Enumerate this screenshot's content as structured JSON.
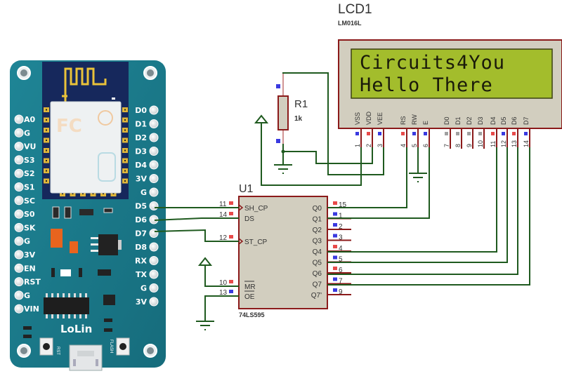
{
  "lcd": {
    "ref": "LCD1",
    "model": "LM016L",
    "line1": "Circuits4You",
    "line2": "Hello There",
    "pins": [
      {
        "num": "1",
        "name": "VSS",
        "marker": "blue"
      },
      {
        "num": "2",
        "name": "VDD",
        "marker": "red"
      },
      {
        "num": "3",
        "name": "VEE",
        "marker": "blue"
      },
      {
        "num": "4",
        "name": "RS",
        "marker": "red"
      },
      {
        "num": "5",
        "name": "RW",
        "marker": "blue"
      },
      {
        "num": "6",
        "name": "E",
        "marker": "blue"
      },
      {
        "num": "7",
        "name": "D0",
        "marker": "gray"
      },
      {
        "num": "8",
        "name": "D1",
        "marker": "gray"
      },
      {
        "num": "9",
        "name": "D2",
        "marker": "gray"
      },
      {
        "num": "10",
        "name": "D3",
        "marker": "gray"
      },
      {
        "num": "11",
        "name": "D4",
        "marker": "red"
      },
      {
        "num": "12",
        "name": "D5",
        "marker": "blue"
      },
      {
        "num": "13",
        "name": "D6",
        "marker": "red"
      },
      {
        "num": "14",
        "name": "D7",
        "marker": "blue"
      }
    ]
  },
  "resistor": {
    "ref": "R1",
    "value": "1k"
  },
  "shift_register": {
    "ref": "U1",
    "model": "74LS595",
    "left_pins": [
      {
        "num": "11",
        "name": "SH_CP",
        "marker": "red"
      },
      {
        "num": "14",
        "name": "DS",
        "marker": "red"
      },
      {
        "num": "12",
        "name": "ST_CP",
        "marker": "red"
      },
      {
        "num": "10",
        "name": "MR",
        "marker": "red"
      },
      {
        "num": "13",
        "name": "OE",
        "marker": "blue"
      }
    ],
    "right_pins": [
      {
        "num": "15",
        "name": "Q0",
        "marker": "red"
      },
      {
        "num": "1",
        "name": "Q1",
        "marker": "blue"
      },
      {
        "num": "2",
        "name": "Q2",
        "marker": "blue"
      },
      {
        "num": "3",
        "name": "Q3",
        "marker": "blue"
      },
      {
        "num": "4",
        "name": "Q4",
        "marker": "red"
      },
      {
        "num": "5",
        "name": "Q5",
        "marker": "blue"
      },
      {
        "num": "6",
        "name": "Q6",
        "marker": "red"
      },
      {
        "num": "7",
        "name": "Q7",
        "marker": "blue"
      },
      {
        "num": "9",
        "name": "Q7'",
        "marker": "blue"
      }
    ]
  },
  "board": {
    "name": "LoLin",
    "left_pins": [
      "A0",
      "G",
      "VU",
      "S3",
      "S2",
      "S1",
      "SC",
      "S0",
      "SK",
      "G",
      "3V",
      "EN",
      "RST",
      "G",
      "VIN"
    ],
    "right_pins": [
      "D0",
      "D1",
      "D2",
      "D3",
      "D4",
      "3V",
      "G",
      "D5",
      "D6",
      "D7",
      "D8",
      "RX",
      "TX",
      "G",
      "3V"
    ],
    "buttons": [
      "RST",
      "FLASH"
    ]
  },
  "colors": {
    "wire": "#1f5a1f",
    "pin": "#8b1a1a",
    "component_fill": "#d2cebf",
    "component_border": "#8b1a1a",
    "lcd_screen": "#a3bd2c",
    "board": "#1b7a8c",
    "marker_red": "#e84a4a",
    "marker_blue": "#3a3ae0",
    "marker_gray": "#a0a0a0"
  }
}
